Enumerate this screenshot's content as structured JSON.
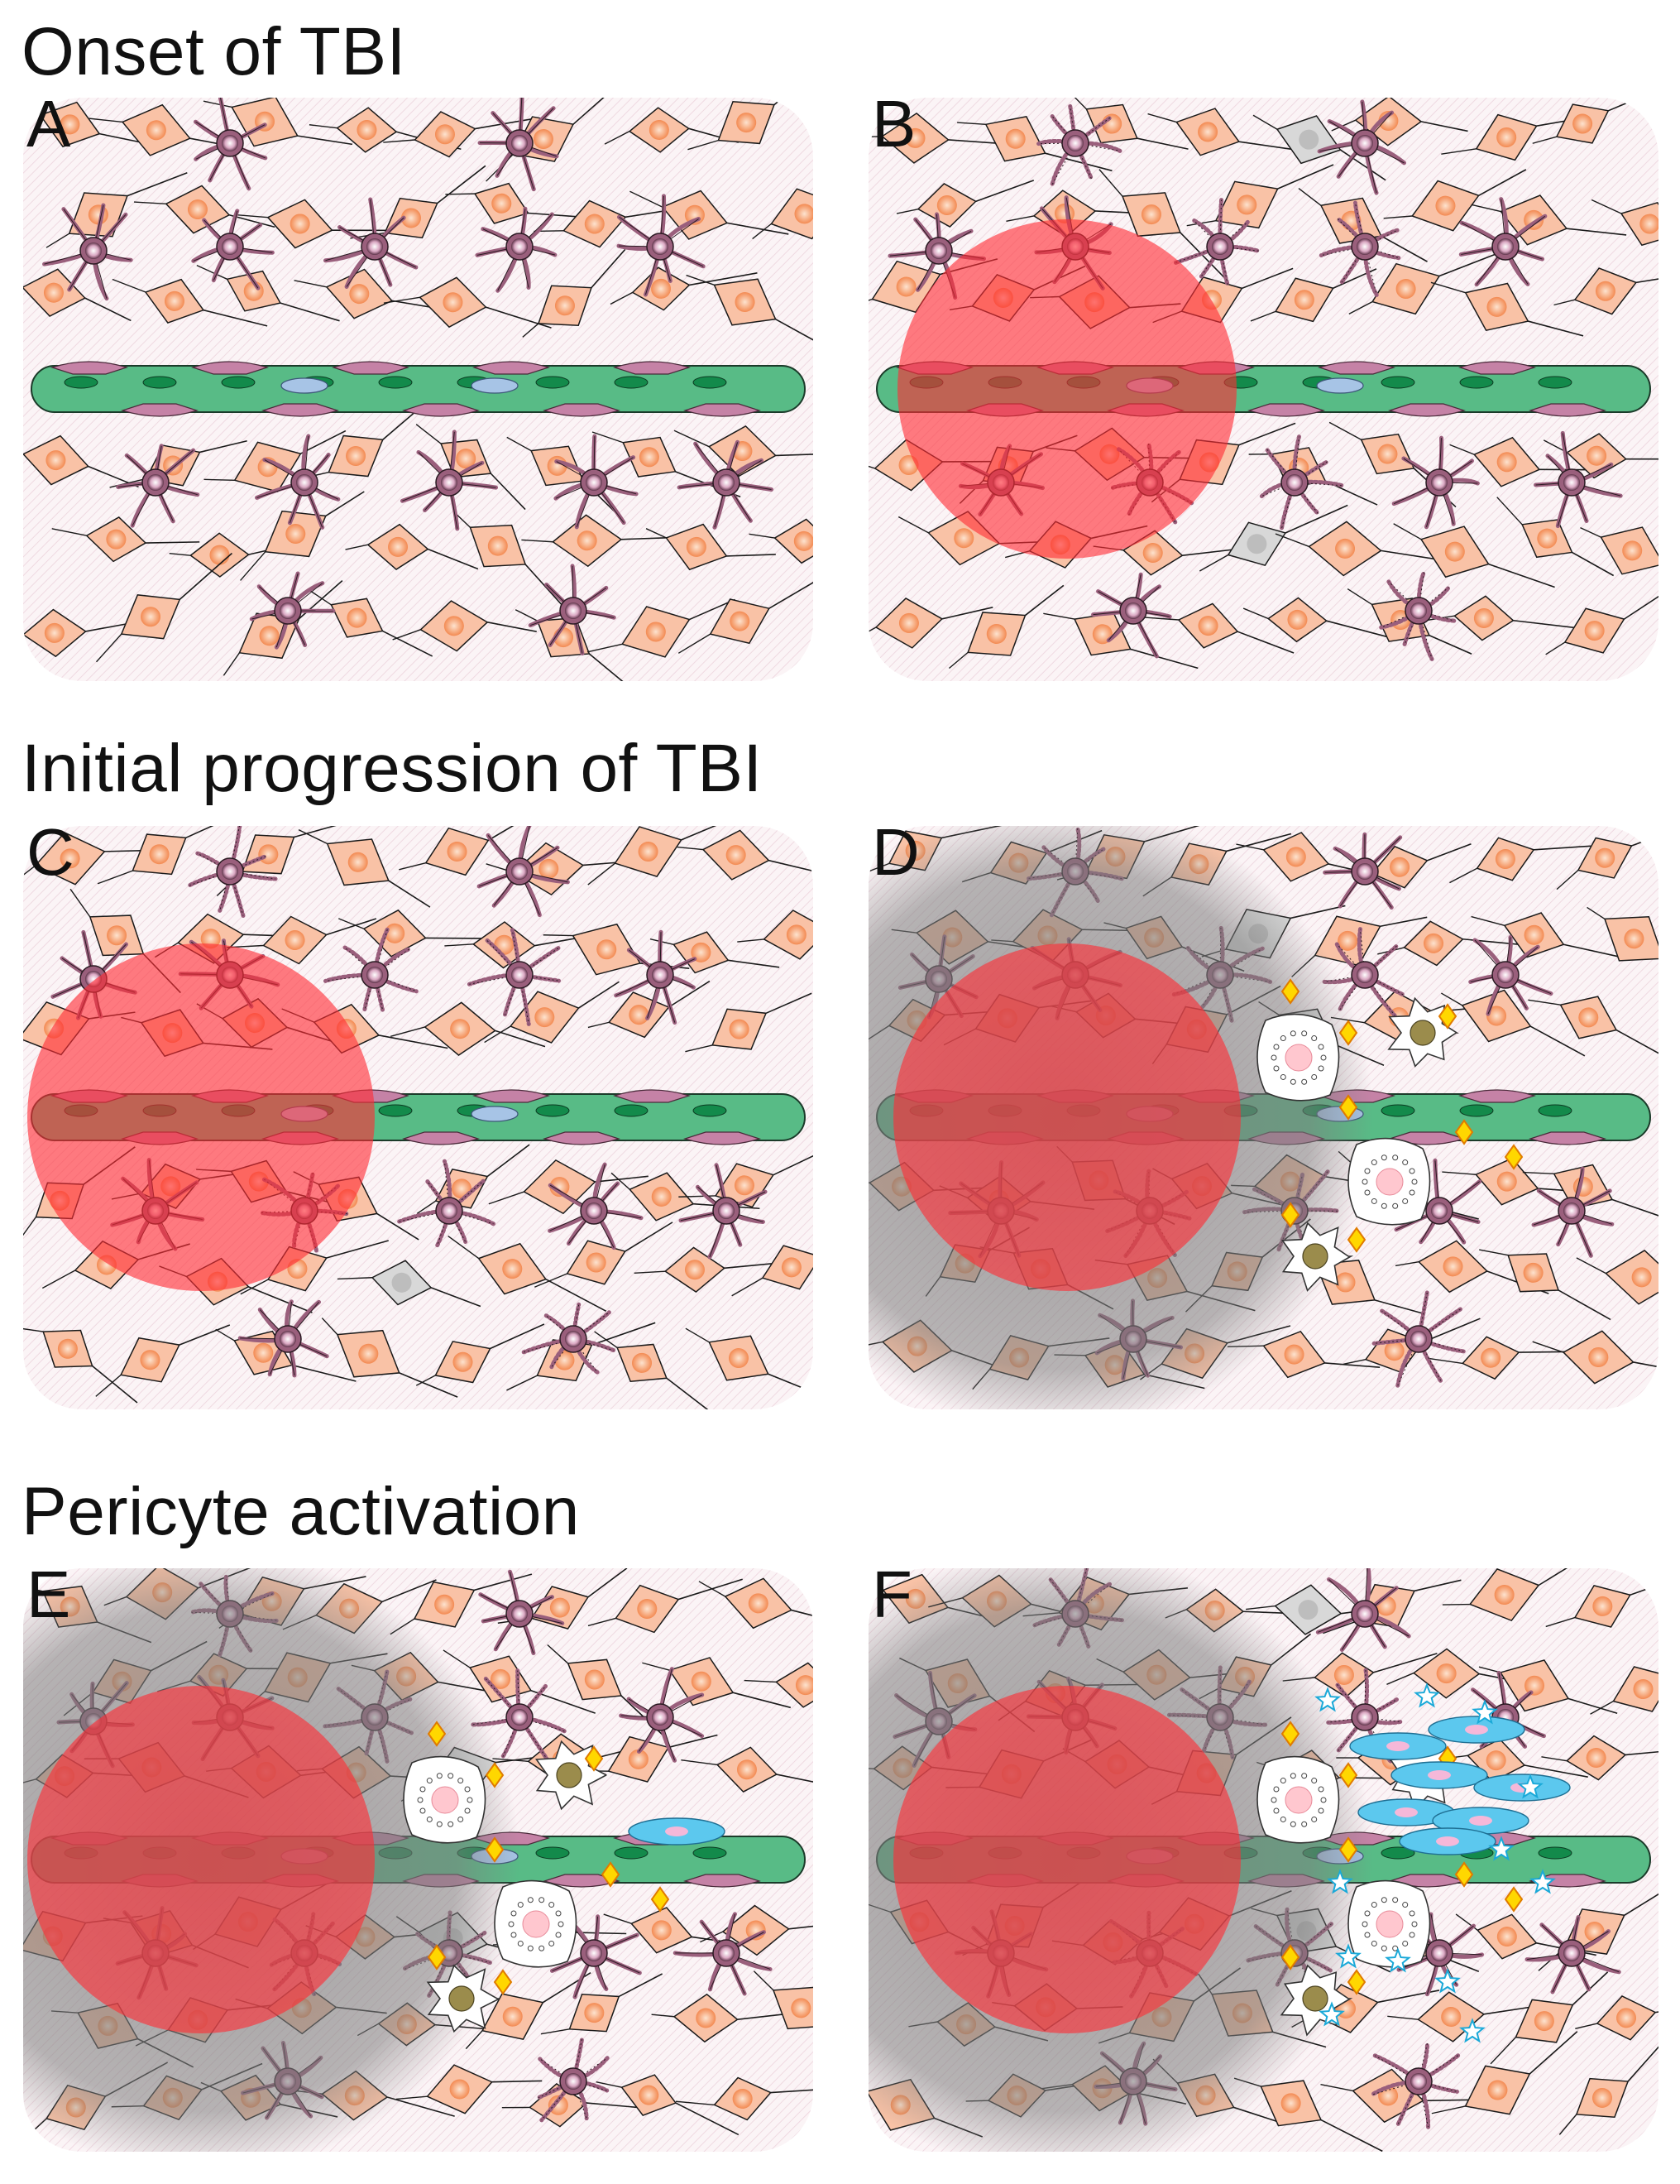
{
  "sections": [
    {
      "title": "Onset of TBI"
    },
    {
      "title": "Initial progression of TBI"
    },
    {
      "title": "Pericyte activation"
    }
  ],
  "panels": [
    {
      "label": "A",
      "lesion": false,
      "edema": false,
      "microglia": false,
      "pericyte_activation": false
    },
    {
      "label": "B",
      "lesion": true,
      "edema": false,
      "microglia": false,
      "pericyte_activation": false
    },
    {
      "label": "C",
      "lesion": true,
      "edema": false,
      "microglia": false,
      "pericyte_activation": false
    },
    {
      "label": "D",
      "lesion": true,
      "edema": true,
      "microglia": true,
      "pericyte_activation": false
    },
    {
      "label": "E",
      "lesion": true,
      "edema": true,
      "microglia": true,
      "pericyte_activation": true
    },
    {
      "label": "F",
      "lesion": true,
      "edema": true,
      "microglia": true,
      "pericyte_activation": true
    }
  ],
  "colors": {
    "neuron": "#f9c2a6",
    "neuron_nucleus": "#f38a52",
    "astrocyte": "#9a5f7c",
    "astrocyte_nucleus": "#d9a6c1",
    "vessel": "#58bb86",
    "vessel_nucleus": "#138a4b",
    "pericyte": "#a7c4e6",
    "lesion": "#ff2d36",
    "edema": "#7d7d7d",
    "cytokine": "#ffd700",
    "activated_pericyte": "#5cc8ee",
    "tissue_background": "#fbf4f6"
  }
}
